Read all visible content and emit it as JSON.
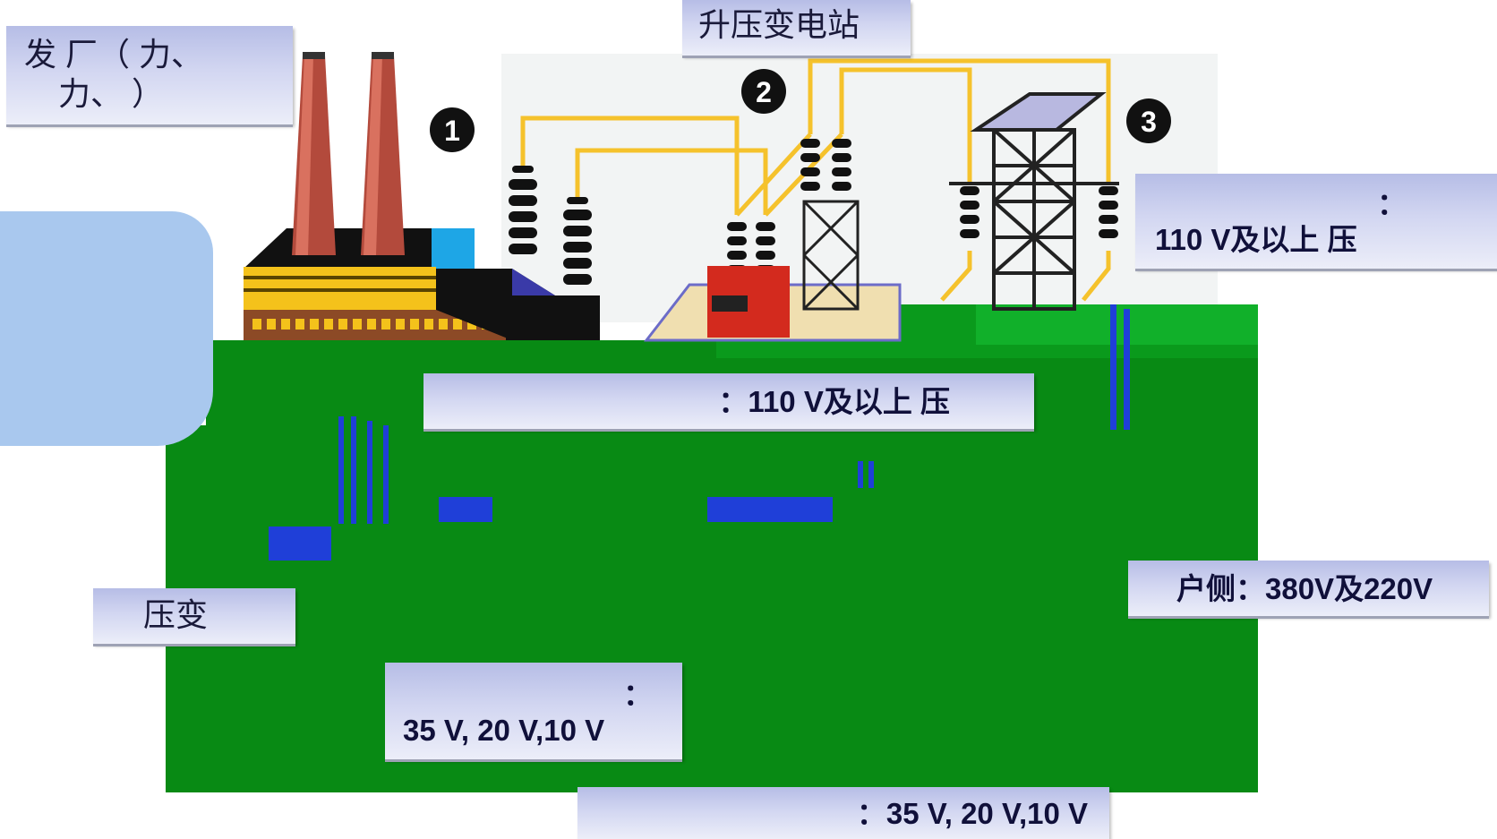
{
  "labels": {
    "power_plant": {
      "line1": "发   厂（    力、",
      "line2": "力、           ）"
    },
    "step_up_substation": "升压变电站",
    "transmission": {
      "line1": "：",
      "line2": "110  V及以上    压"
    },
    "step_up_voltage": "：110  V及以上    压",
    "step_down": "压变",
    "user_side": "户侧：380V及220V",
    "distribution": {
      "line1": "：",
      "line2": "35  V, 20  V,10  V"
    },
    "bottom_voltage": "：35  V, 20  V,10  V"
  },
  "markers": [
    "1",
    "2",
    "3"
  ],
  "colors": {
    "ground": "#088a14",
    "wire": "#f5c22c",
    "label_bg": "#d2d6f1",
    "bubble": "#a9c8ee"
  }
}
